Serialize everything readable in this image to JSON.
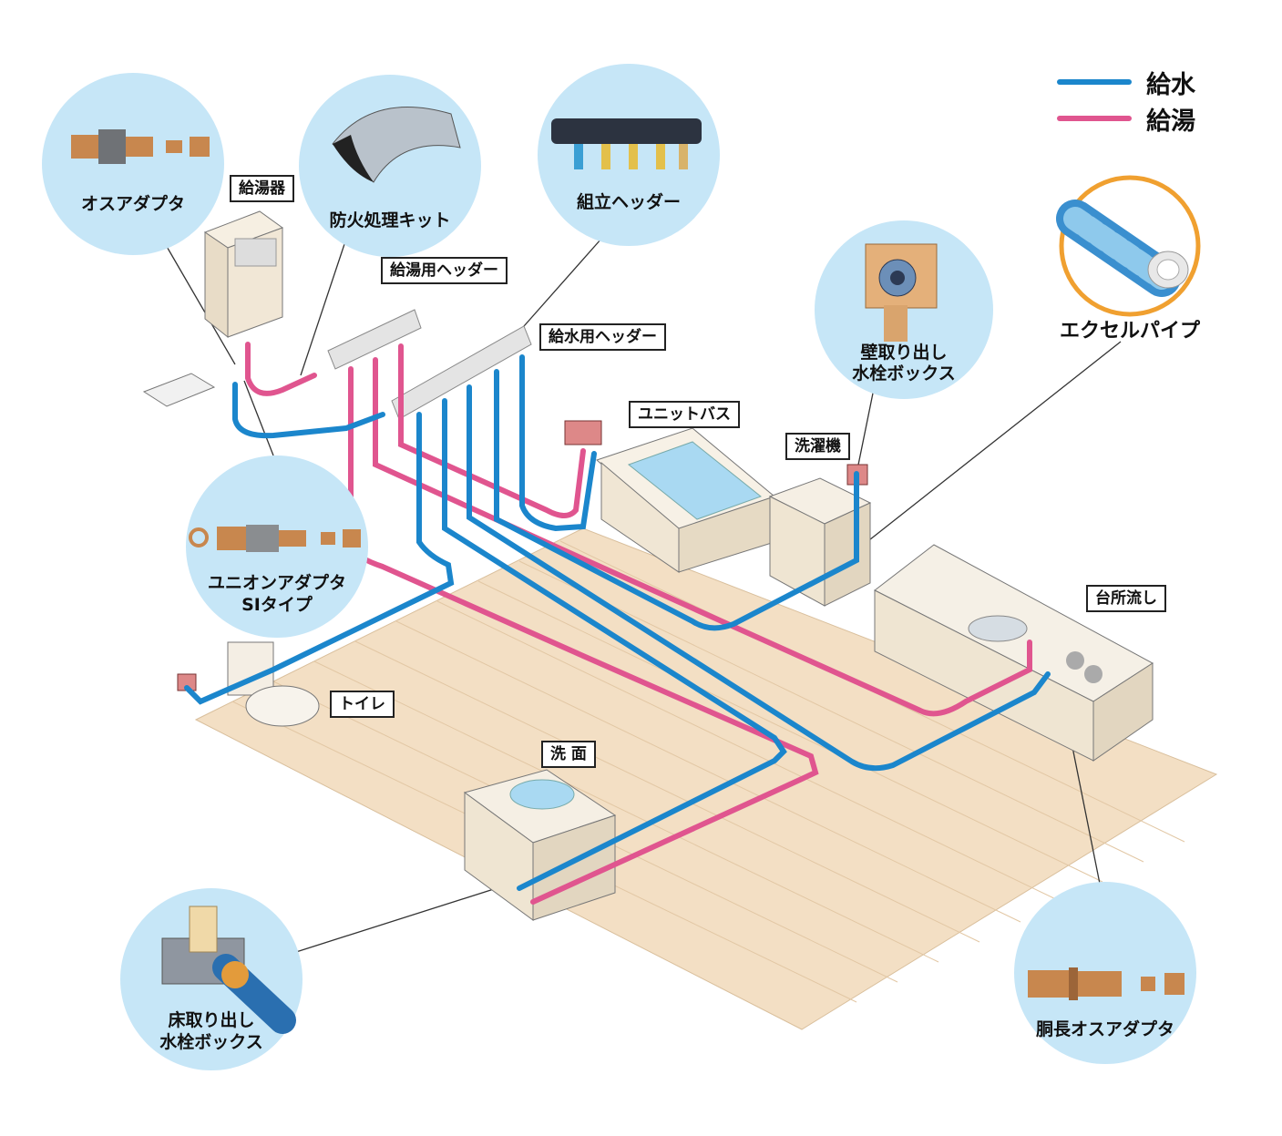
{
  "legend": {
    "items": [
      {
        "label": "給水",
        "color": "#1b86cc"
      },
      {
        "label": "給湯",
        "color": "#e0558f"
      }
    ]
  },
  "colors": {
    "water_pipe": "#1b86cc",
    "hot_pipe": "#e0558f",
    "circle_fill": "#c6e6f7",
    "floor": "#f3dfc4",
    "excel_ring": "#f0a030"
  },
  "fixtures": {
    "water_heater": "給湯器",
    "hot_header": "給湯用ヘッダー",
    "water_header": "給水用ヘッダー",
    "unit_bath": "ユニットバス",
    "washing_machine": "洗濯機",
    "kitchen_sink": "台所流し",
    "toilet": "トイレ",
    "washbasin": "洗 面"
  },
  "parts": {
    "male_adapter": "オスアダプタ",
    "fireproof_kit": "防火処理キット",
    "assembly_header": "組立ヘッダー",
    "wall_box_1": "壁取り出し",
    "wall_box_2": "水栓ボックス",
    "excel_pipe": "エクセルパイプ",
    "union_1": "ユニオンアダプタ",
    "union_2": "SIタイプ",
    "floor_box_1": "床取り出し",
    "floor_box_2": "水栓ボックス",
    "long_male": "胴長オスアダプタ"
  }
}
